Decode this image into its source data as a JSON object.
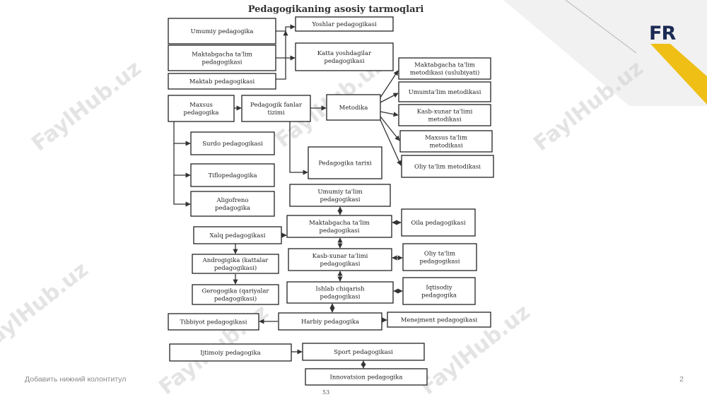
{
  "title": "Pedagogikaning asosiy tarmoqlari",
  "footer": "Добавить нижний колонтитул",
  "page_number": "2",
  "scan_page_number": "53",
  "logo": "FR",
  "watermark": "FaylHub.uz",
  "colors": {
    "accent_yellow": "#f0bf16",
    "panel_grey": "#f1f1f1",
    "logo_navy": "#1b2a55",
    "watermark_grey": "#cfcfcf"
  },
  "nodes": [
    {
      "id": "umumiy",
      "lines": [
        "Umumiy pedagogika"
      ]
    },
    {
      "id": "yoshlar",
      "lines": [
        "Yoshlar pedagogikasi"
      ]
    },
    {
      "id": "maktabgacha-top",
      "lines": [
        "Maktabgacha ta'lim",
        "pedagogikasi"
      ]
    },
    {
      "id": "katta-yosh",
      "lines": [
        "Katta yoshdagilar",
        "pedagogikasi"
      ]
    },
    {
      "id": "maktab",
      "lines": [
        "Maktab pedagogikasi"
      ]
    },
    {
      "id": "maxsus",
      "lines": [
        "Maxsus",
        "pedagogika"
      ]
    },
    {
      "id": "fanlar-tizimi",
      "lines": [
        "Pedagogik fanlar",
        "tizimi"
      ]
    },
    {
      "id": "metodika",
      "lines": [
        "Metodika"
      ]
    },
    {
      "id": "mm-metodikasi",
      "lines": [
        "Maktabgacha ta'lim",
        "metodikasi (uslubiyati)"
      ]
    },
    {
      "id": "umumta-metodikasi",
      "lines": [
        "Umumta'lim metodikasi"
      ]
    },
    {
      "id": "kasb-metodikasi",
      "lines": [
        "Kasb-xunar ta'limi",
        "metodikasi"
      ]
    },
    {
      "id": "maxsus-metodikasi",
      "lines": [
        "Maxsus ta'lim",
        "metodikasi"
      ]
    },
    {
      "id": "oliy-metodikasi",
      "lines": [
        "Oliy ta'lim metodikasi"
      ]
    },
    {
      "id": "surdo",
      "lines": [
        "Surdo pedagogikasi"
      ]
    },
    {
      "id": "pedagogika-tarixi",
      "lines": [
        "Pedagogika tarixi"
      ]
    },
    {
      "id": "tiflo",
      "lines": [
        "Tiflopedagogika"
      ]
    },
    {
      "id": "aligofreno",
      "lines": [
        "Aligofreno",
        "pedagogika"
      ]
    },
    {
      "id": "umumiy-talim",
      "lines": [
        "Umumiy ta'lim",
        "pedagogikasi"
      ]
    },
    {
      "id": "xalq",
      "lines": [
        "Xalq pedagogikasi"
      ]
    },
    {
      "id": "maktabgacha-mid",
      "lines": [
        "Maktabgacha ta'lim",
        "pedagogikasi"
      ]
    },
    {
      "id": "oila",
      "lines": [
        "Oila pedagogikasi"
      ]
    },
    {
      "id": "andragogika",
      "lines": [
        "Androgigika (kattalar",
        "pedagogikasi)"
      ]
    },
    {
      "id": "kasb-xunar",
      "lines": [
        "Kasb-xunar ta'limi",
        "pedagogikasi"
      ]
    },
    {
      "id": "oliy-talim",
      "lines": [
        "Oliy ta'lim",
        "pedagogikasi"
      ]
    },
    {
      "id": "gerogogika",
      "lines": [
        "Gerogogika (qariyalar",
        "pedagogikasi)"
      ]
    },
    {
      "id": "ishlab",
      "lines": [
        "Ishlab chiqarish",
        "pedagogikasi"
      ]
    },
    {
      "id": "iqtisodiy",
      "lines": [
        "Iqtisodiy",
        "pedagogika"
      ]
    },
    {
      "id": "tibbiyot",
      "lines": [
        "Tibbiyot pedagogikasi"
      ]
    },
    {
      "id": "harbiy",
      "lines": [
        "Harbiy pedagogika"
      ]
    },
    {
      "id": "menejment",
      "lines": [
        "Menejment pedagogikasi"
      ]
    },
    {
      "id": "ijtimoiy",
      "lines": [
        "Ijtimoiy pedagogika"
      ]
    },
    {
      "id": "sport",
      "lines": [
        "Sport pedagogikasi"
      ]
    },
    {
      "id": "innovatsion",
      "lines": [
        "Innovatsion pedagogika"
      ]
    }
  ],
  "edges": [
    {
      "from": "umumiy",
      "to": "yoshlar",
      "arrow": "end"
    },
    {
      "from": "maktabgacha-top",
      "to": "yoshlar",
      "arrow": "end"
    },
    {
      "from": "maktab",
      "to": "katta-yosh",
      "arrow": "end"
    },
    {
      "from": "maxsus",
      "to": "fanlar-tizimi",
      "arrow": "end"
    },
    {
      "from": "fanlar-tizimi",
      "to": "metodika",
      "arrow": "end"
    },
    {
      "from": "metodika",
      "to": "mm-metodikasi",
      "arrow": "end"
    },
    {
      "from": "metodika",
      "to": "umumta-metodikasi",
      "arrow": "end"
    },
    {
      "from": "metodika",
      "to": "kasb-metodikasi",
      "arrow": "end"
    },
    {
      "from": "metodika",
      "to": "maxsus-metodikasi",
      "arrow": "end"
    },
    {
      "from": "metodika",
      "to": "oliy-metodikasi",
      "arrow": "end"
    },
    {
      "from": "maxsus",
      "to": "surdo",
      "arrow": "end"
    },
    {
      "from": "maxsus",
      "to": "tiflo",
      "arrow": "end"
    },
    {
      "from": "maxsus",
      "to": "aligofreno",
      "arrow": "end"
    },
    {
      "from": "fanlar-tizimi",
      "to": "pedagogika-tarixi",
      "arrow": "end"
    },
    {
      "from": "umumiy-talim",
      "to": "maktabgacha-mid",
      "arrow": "both"
    },
    {
      "from": "maktabgacha-mid",
      "to": "kasb-xunar",
      "arrow": "both"
    },
    {
      "from": "kasb-xunar",
      "to": "ishlab",
      "arrow": "both"
    },
    {
      "from": "ishlab",
      "to": "harbiy",
      "arrow": "both"
    },
    {
      "from": "xalq",
      "to": "maktabgacha-mid",
      "arrow": "end"
    },
    {
      "from": "maktabgacha-mid",
      "to": "oila",
      "arrow": "both"
    },
    {
      "from": "kasb-xunar",
      "to": "oliy-talim",
      "arrow": "both"
    },
    {
      "from": "ishlab",
      "to": "iqtisodiy",
      "arrow": "both"
    },
    {
      "from": "xalq",
      "to": "andragogika",
      "arrow": "end"
    },
    {
      "from": "andragogika",
      "to": "gerogogika",
      "arrow": "end"
    },
    {
      "from": "tibbiyot",
      "to": "harbiy",
      "arrow": "start"
    },
    {
      "from": "harbiy",
      "to": "menejment",
      "arrow": "end"
    },
    {
      "from": "ijtimoiy",
      "to": "sport",
      "arrow": "end"
    },
    {
      "from": "sport",
      "to": "innovatsion",
      "arrow": "both"
    }
  ]
}
